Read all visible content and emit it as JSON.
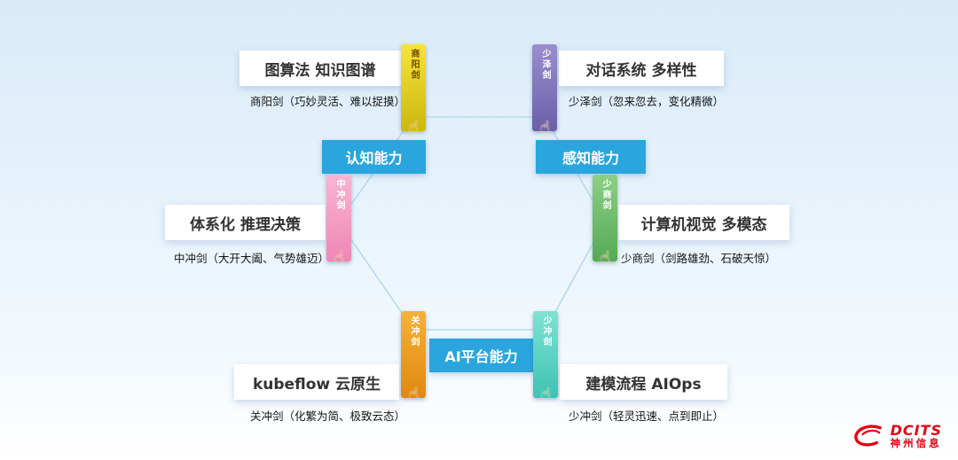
{
  "capabilities": [
    {
      "label": "认知能力"
    },
    {
      "label": "感知能力"
    },
    {
      "label": "AI平台能力"
    }
  ],
  "accent_color": "#2aa5de",
  "line_color": "#b5daf0",
  "hand_icon": "☝",
  "nodes": [
    {
      "title": "图算法 知识图谱",
      "caption": "商阳剑（巧妙灵活、难以捉摸）",
      "sword_name": "商阳剑",
      "sword_color": "#f5e33c",
      "sword_color2": "#cdb70e",
      "sword_text": "#7a4a00"
    },
    {
      "title": "对话系统 多样性",
      "caption": "少泽剑（忽来忽去，变化精微）",
      "sword_name": "少泽剑",
      "sword_color": "#9a8ecf",
      "sword_color2": "#6a5fa8",
      "sword_text": "#ffffff"
    },
    {
      "title": "体系化 推理决策",
      "caption": "中冲剑（大开大阖、气势雄迈）",
      "sword_name": "中冲剑",
      "sword_color": "#f9b5d3",
      "sword_color2": "#ef86b3",
      "sword_text": "#ffffff"
    },
    {
      "title": "计算机视觉 多模态",
      "caption": "少商剑（剑路雄劲、石破天惊）",
      "sword_name": "少商剑",
      "sword_color": "#8ccf88",
      "sword_color2": "#56a955",
      "sword_text": "#ffffff"
    },
    {
      "title": "kubeflow 云原生",
      "caption": "关冲剑（化繁为简、极致云态）",
      "sword_name": "关冲剑",
      "sword_color": "#f6b13a",
      "sword_color2": "#df890e",
      "sword_text": "#ffffff"
    },
    {
      "title": "建模流程 AIOps",
      "caption": "少冲剑（轻灵迅速、点到即止）",
      "sword_name": "少冲剑",
      "sword_color": "#7ee2d3",
      "sword_color2": "#3ec3b3",
      "sword_text": "#ffffff"
    }
  ],
  "logo": {
    "brand": "DCITS",
    "company": "神州信息",
    "color": "#e60012"
  }
}
